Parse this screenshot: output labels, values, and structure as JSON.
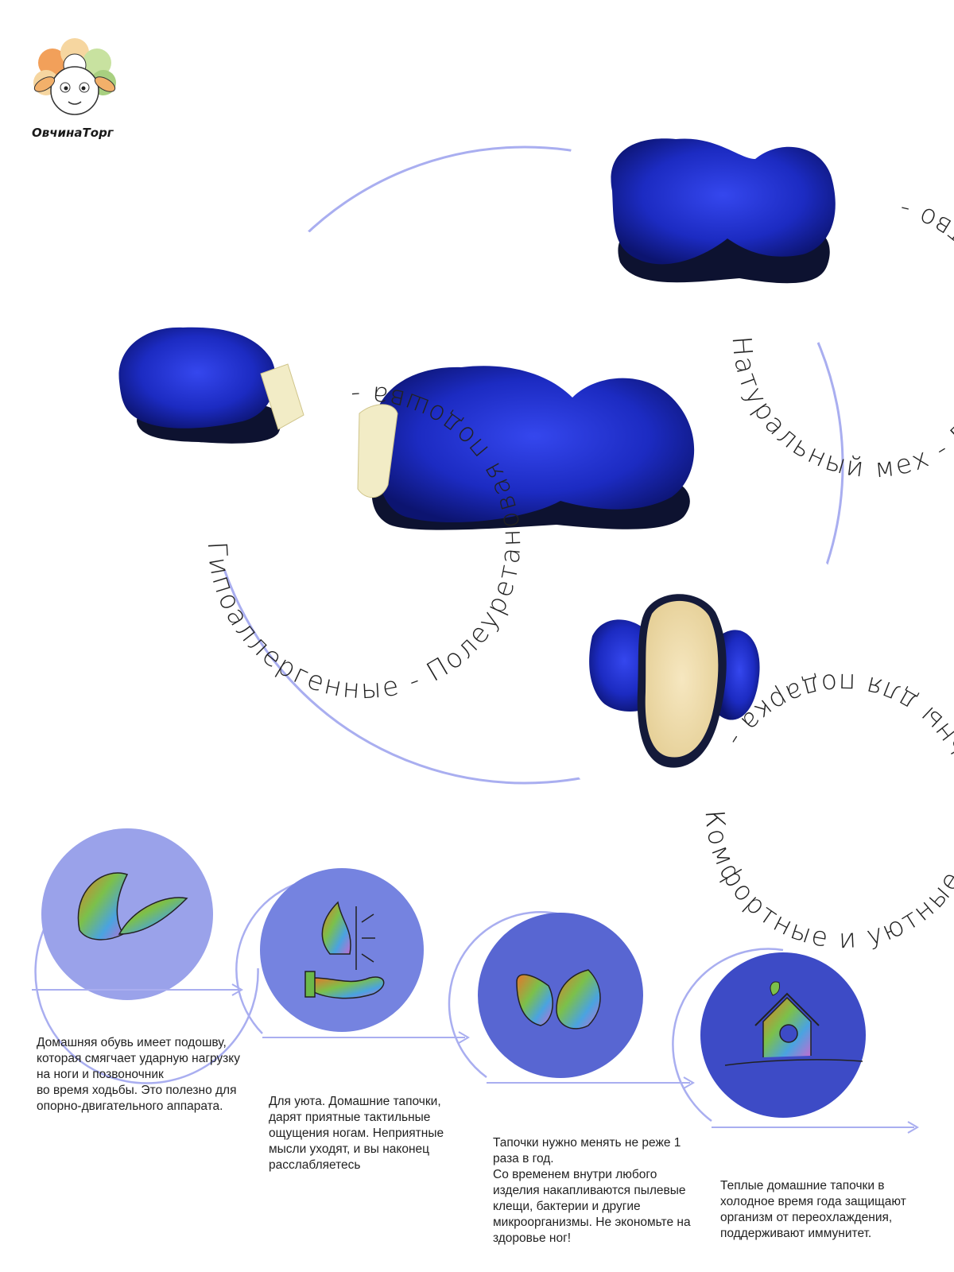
{
  "brand": {
    "name": "ОвчинаТорг"
  },
  "rings": [
    {
      "label": "Натуральный мех - Премиум качество -"
    },
    {
      "label": "Гипоаллергенные - Полеуретановая подошва -"
    },
    {
      "label": "Комфортные и уютные - Идеальны для подарка -"
    }
  ],
  "benefits": [
    {
      "icon": "feather-icon",
      "text": "Домашняя обувь имеет подошву, которая смягчает ударную нагрузку на ноги и позвоночник\nво время ходьбы. Это полезно для опорно-двигательного аппарата."
    },
    {
      "icon": "fire-hand-icon",
      "text": "Для уюта. Домашние тапочки, дарят приятные тактильные ощущения ногам. Неприятные мысли уходят, и вы наконец расслабляетесь"
    },
    {
      "icon": "leaves-icon",
      "text": "Тапочки нужно менять не реже 1 раза в год.\nСо временем внутри любого изделия накапливаются пылевые клещи, бактерии и другие микроорганизмы. Не экономьте на здоровье ног!"
    },
    {
      "icon": "house-icon",
      "text": "Теплые домашние тапочки в холодное время года защищают организм от переохлаждения, поддерживают иммунитет."
    }
  ],
  "colors": {
    "accent_line": "#a9aef0",
    "fur_blue": "#1f2fd0",
    "circle_1": "#9aa2ea",
    "circle_2": "#7583e0",
    "circle_3": "#5866d2",
    "circle_4": "#3d4bc6"
  }
}
